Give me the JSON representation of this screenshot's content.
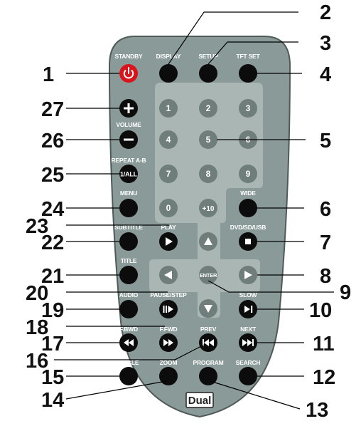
{
  "remote": {
    "brand": "Dual",
    "colors": {
      "body": "#8a9a98",
      "body_stroke": "#4f5a59",
      "pad": "#a9b6b4",
      "button": "#0c0c0c",
      "pad_button": "#6f7d7b",
      "standby": "#d8141c"
    },
    "labels": {
      "standby": "STANDBY",
      "display": "DISPLAY",
      "setup": "SETUP",
      "tft_set": "TFT SET",
      "volume": "VOLUME",
      "repeat": "REPEAT A-B",
      "menu": "MENU",
      "wide": "WIDE",
      "subtitle": "SUBTITLE",
      "play": "PLAY",
      "dvd_sd_usb": "DVD/SD/USB",
      "title": "TITLE",
      "audio": "AUDIO",
      "pause_step": "PAUSE/STEP",
      "slow": "SLOW",
      "f_bwd": "F.BWD",
      "f_fwd": "F.FWD",
      "prev": "PREV",
      "next": "NEXT",
      "angle": "ANGLE",
      "zoom": "ZOOM",
      "program": "PROGRAM",
      "search": "SEARCH"
    },
    "button_text": {
      "repeat": "1/ALL",
      "enter": "ENTER"
    },
    "numpad": [
      "1",
      "2",
      "3",
      "4",
      "5",
      "6",
      "7",
      "8",
      "9",
      "0",
      "+10"
    ]
  },
  "callouts": [
    "1",
    "2",
    "3",
    "4",
    "5",
    "6",
    "7",
    "8",
    "9",
    "10",
    "11",
    "12",
    "13",
    "14",
    "15",
    "16",
    "17",
    "18",
    "19",
    "20",
    "21",
    "22",
    "23",
    "24",
    "25",
    "26",
    "27"
  ]
}
